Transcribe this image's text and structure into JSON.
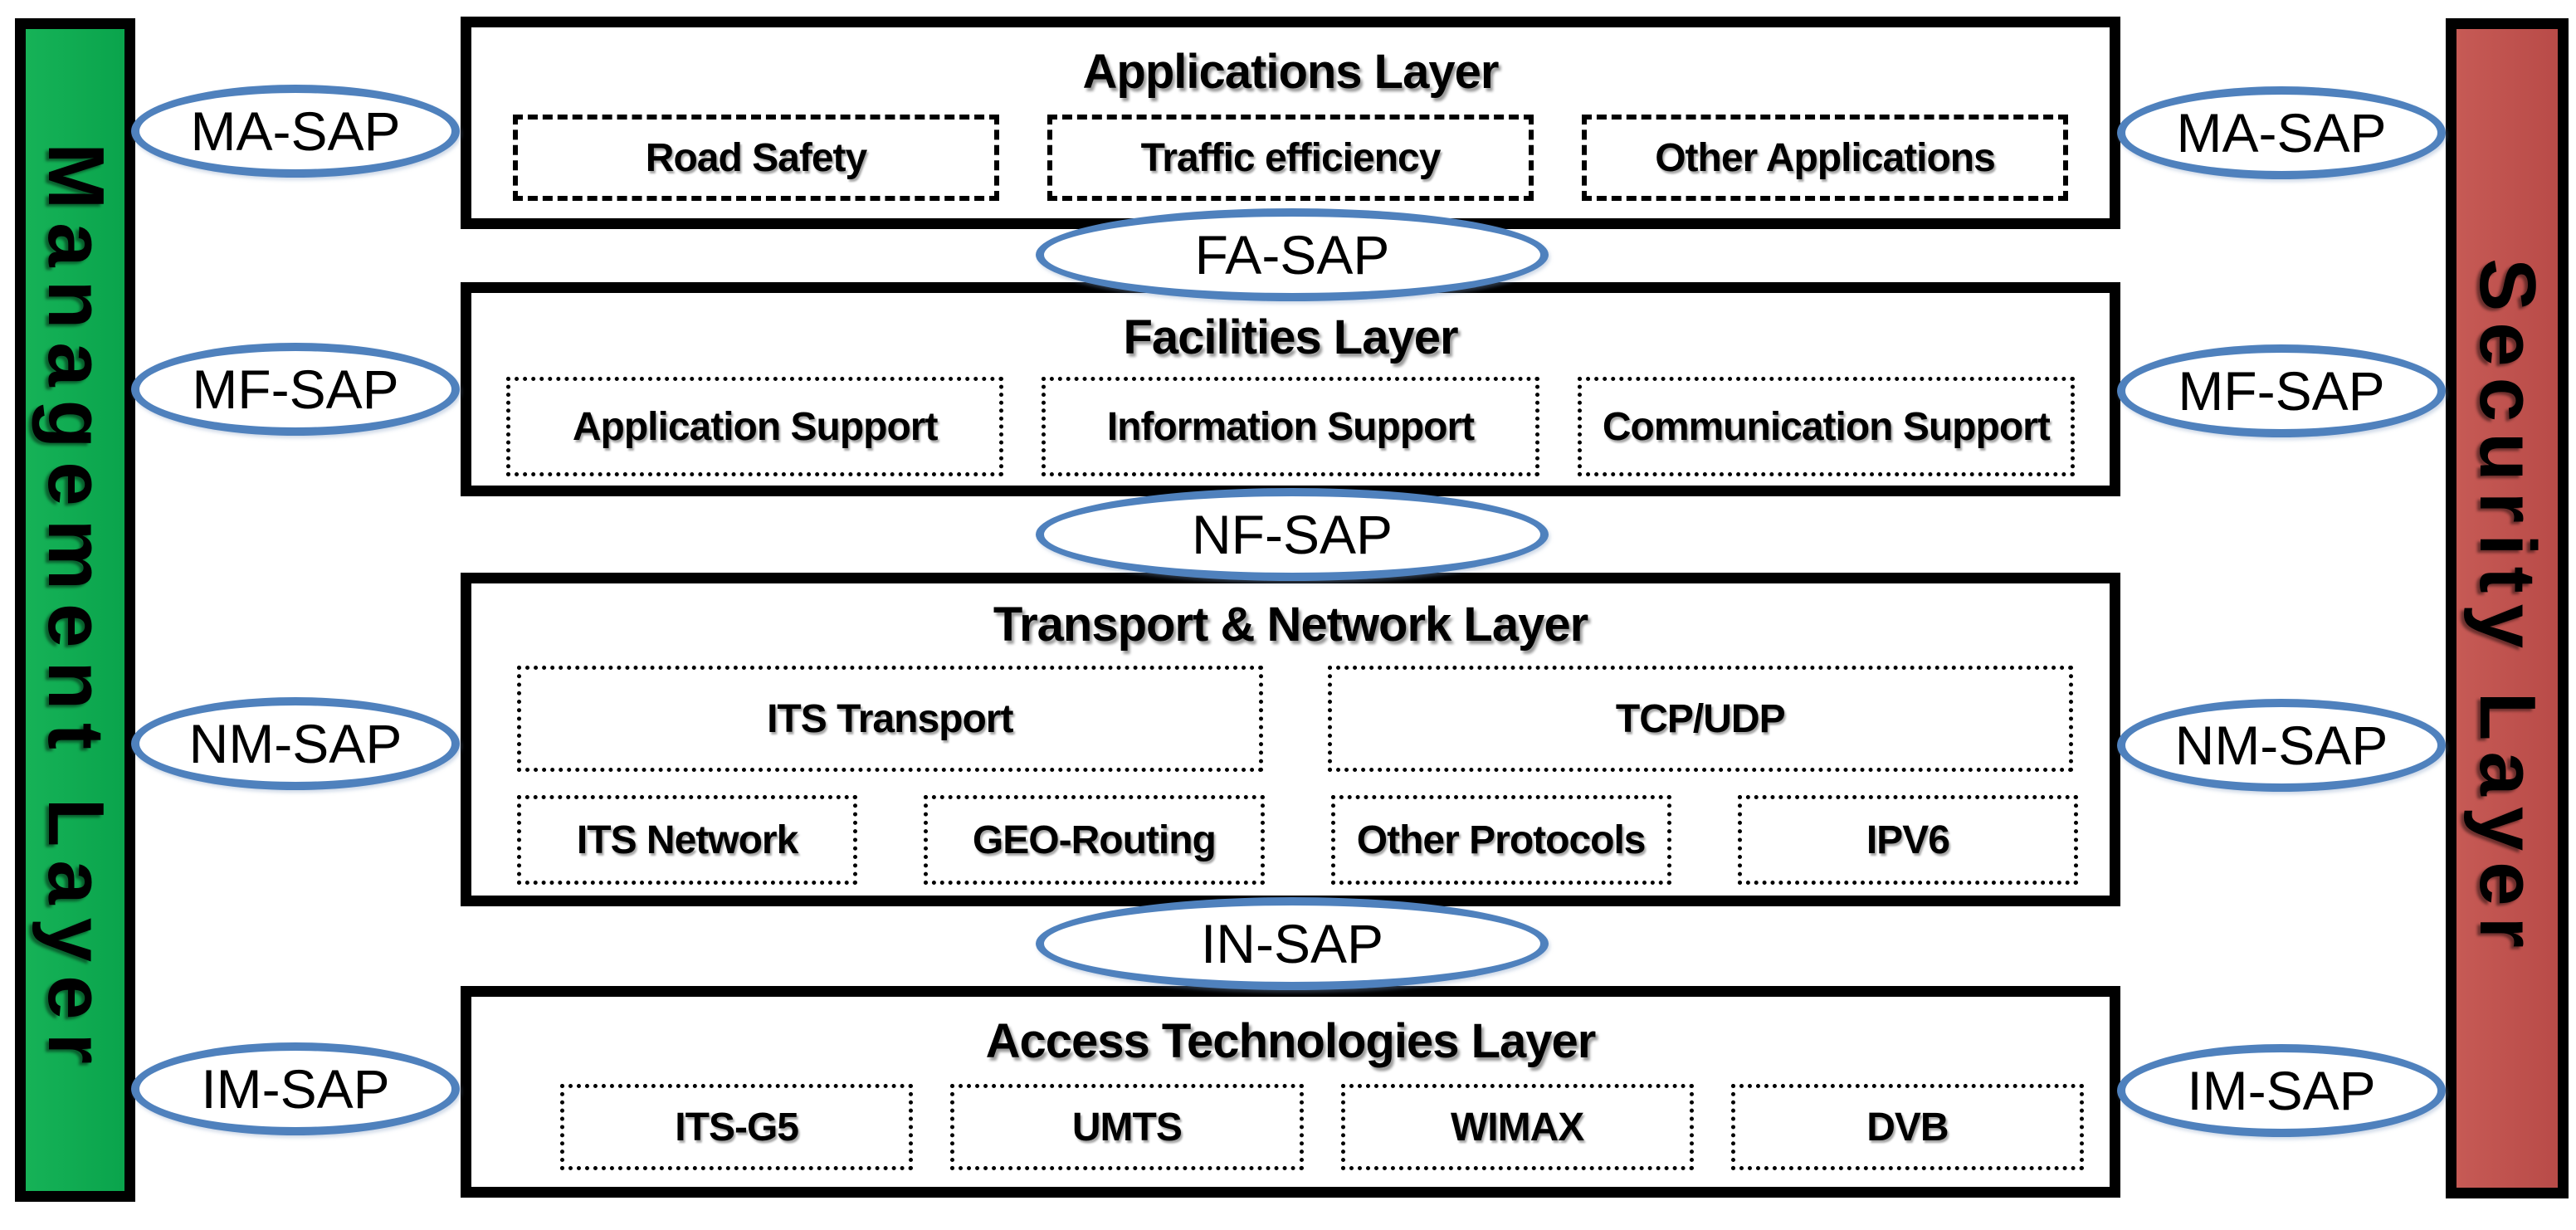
{
  "colors": {
    "management_green": "#0ca94f",
    "security_red": "#c0504d",
    "sap_blue": "#4f81bd",
    "border_black": "#000000"
  },
  "bars": {
    "left": {
      "label": "Management Layer"
    },
    "right": {
      "label": "Security Layer"
    }
  },
  "layers": {
    "applications": {
      "title": "Applications Layer",
      "boxes": [
        "Road Safety",
        "Traffic efficiency",
        "Other Applications"
      ]
    },
    "facilities": {
      "title": "Facilities Layer",
      "boxes": [
        "Application Support",
        "Information Support",
        "Communication Support"
      ]
    },
    "transport": {
      "title": "Transport & Network Layer",
      "row1": [
        "ITS Transport",
        "TCP/UDP"
      ],
      "row2": [
        "ITS Network",
        "GEO-Routing",
        "Other Protocols",
        "IPV6"
      ]
    },
    "access": {
      "title": "Access Technologies Layer",
      "boxes": [
        "ITS-G5",
        "UMTS",
        "WIMAX",
        "DVB"
      ]
    }
  },
  "saps": {
    "left": [
      "MA-SAP",
      "MF-SAP",
      "NM-SAP",
      "IM-SAP"
    ],
    "right": [
      "MA-SAP",
      "MF-SAP",
      "NM-SAP",
      "IM-SAP"
    ],
    "center": [
      "FA-SAP",
      "NF-SAP",
      "IN-SAP"
    ]
  }
}
